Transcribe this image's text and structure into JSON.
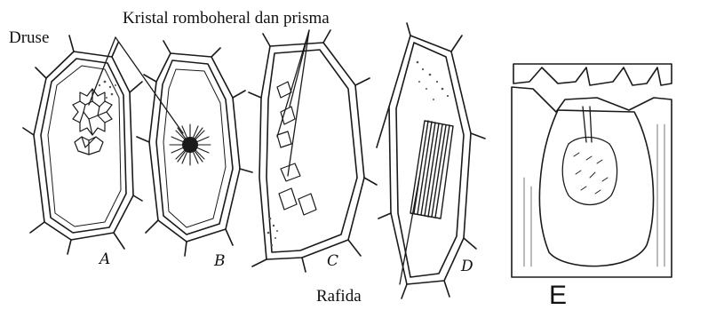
{
  "labels": {
    "druse": "Druse",
    "kristal": "Kristal romboheral dan prisma",
    "rafida": "Rafida",
    "cells": [
      "A",
      "B",
      "C",
      "D",
      "E"
    ]
  },
  "colors": {
    "ink": "#1a1a1a",
    "paper": "#ffffff",
    "shade": "#555555"
  }
}
